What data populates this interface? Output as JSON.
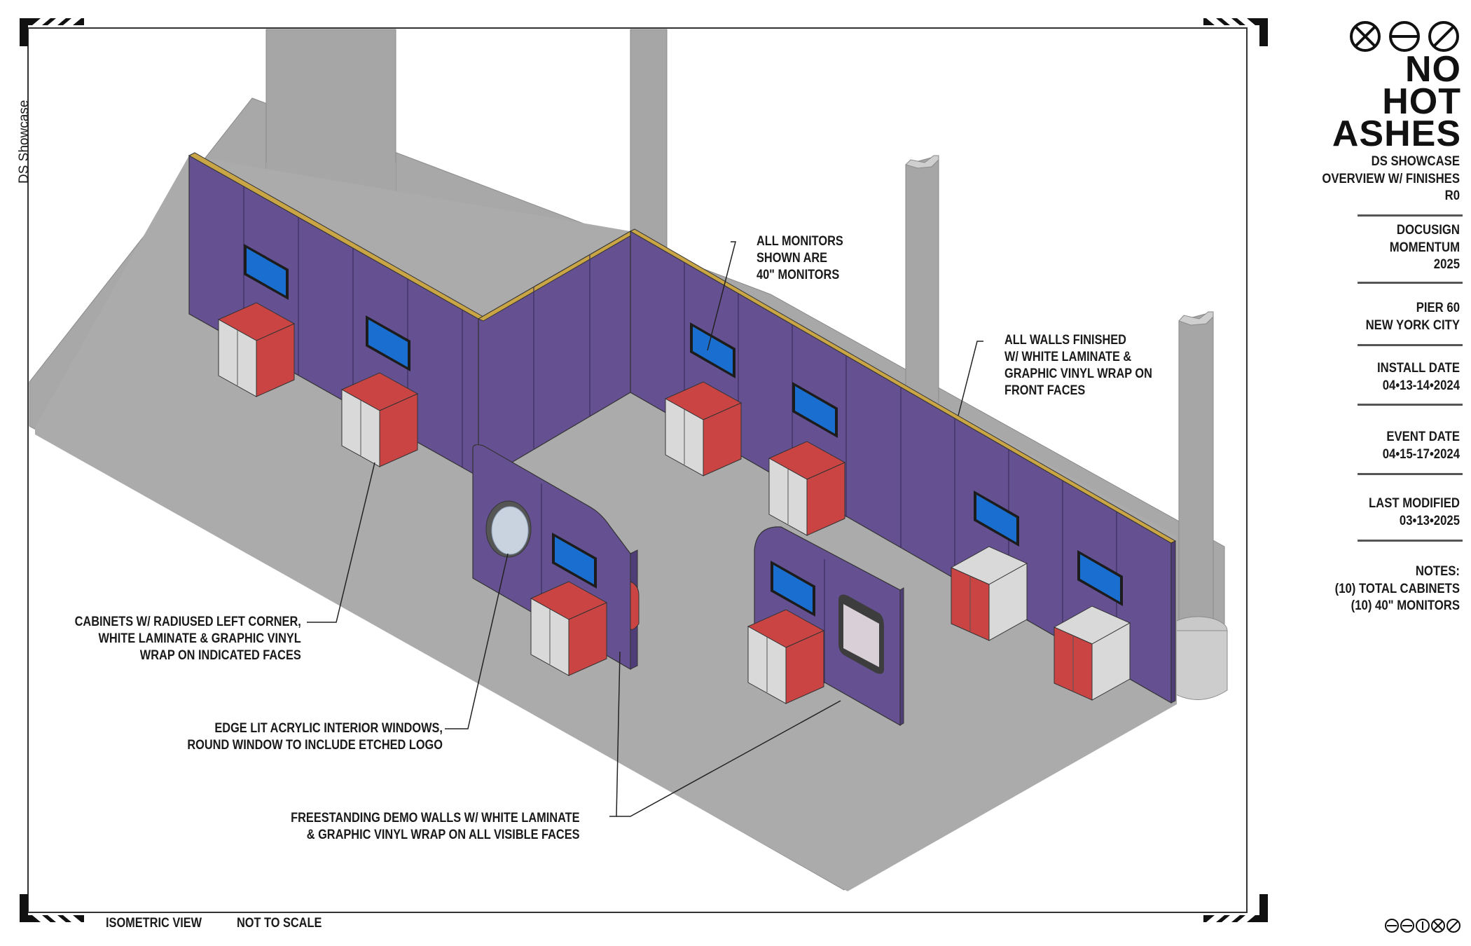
{
  "sheet": {
    "vertical_title": "DS Showcase",
    "view_label": "ISOMETRIC VIEW",
    "scale_label": "NOT TO SCALE"
  },
  "brand": {
    "name": "NO HOT\nASHES",
    "icons": [
      "x-circle-icon",
      "minus-circle-icon",
      "slash-circle-icon"
    ],
    "footer_icons": [
      "minus-circle-icon",
      "minus-circle-icon",
      "one-circle-icon",
      "x-circle-icon",
      "slash-circle-icon"
    ]
  },
  "title_block": {
    "drawing": "DS SHOWCASE\nOVERVIEW W/ FINISHES\nR0",
    "client": "DOCUSIGN\nMOMENTUM\n2025",
    "venue": "PIER 60\nNEW YORK CITY",
    "install": "INSTALL DATE\n04•13-14•2024",
    "event": "EVENT DATE\n04•15-17•2024",
    "modified": "LAST MODIFIED\n03•13•2025",
    "notes": "NOTES:\n(10) TOTAL CABINETS\n(10) 40\" MONITORS"
  },
  "callouts": {
    "monitors": "ALL MONITORS\nSHOWN ARE\n40\" MONITORS",
    "walls": "ALL WALLS FINISHED\nW/ WHITE LAMINATE &\nGRAPHIC VINYL WRAP ON\nFRONT FACES",
    "cabinets": "CABINETS W/ RADIUSED LEFT CORNER,\nWHITE LAMINATE & GRAPHIC VINYL\nWRAP ON INDICATED FACES",
    "windows": "EDGE LIT ACRYLIC INTERIOR WINDOWS,\nROUND WINDOW TO INCLUDE ETCHED LOGO",
    "demo_walls": "FREESTANDING DEMO WALLS W/ WHITE LAMINATE\n& GRAPHIC VINYL WRAP ON ALL VISIBLE FACES"
  },
  "colors": {
    "wall": "#655092",
    "wall_dark": "#4f3d78",
    "wall_edge": "#c9a545",
    "floor": "#ababab",
    "floor_top": "#a3a3a3",
    "column": "#a6a6a6",
    "column_dark": "#8f8f8f",
    "monitor": "#1a6ecf",
    "cabinet_red": "#c94443",
    "cabinet_white": "#d9d9d9"
  }
}
